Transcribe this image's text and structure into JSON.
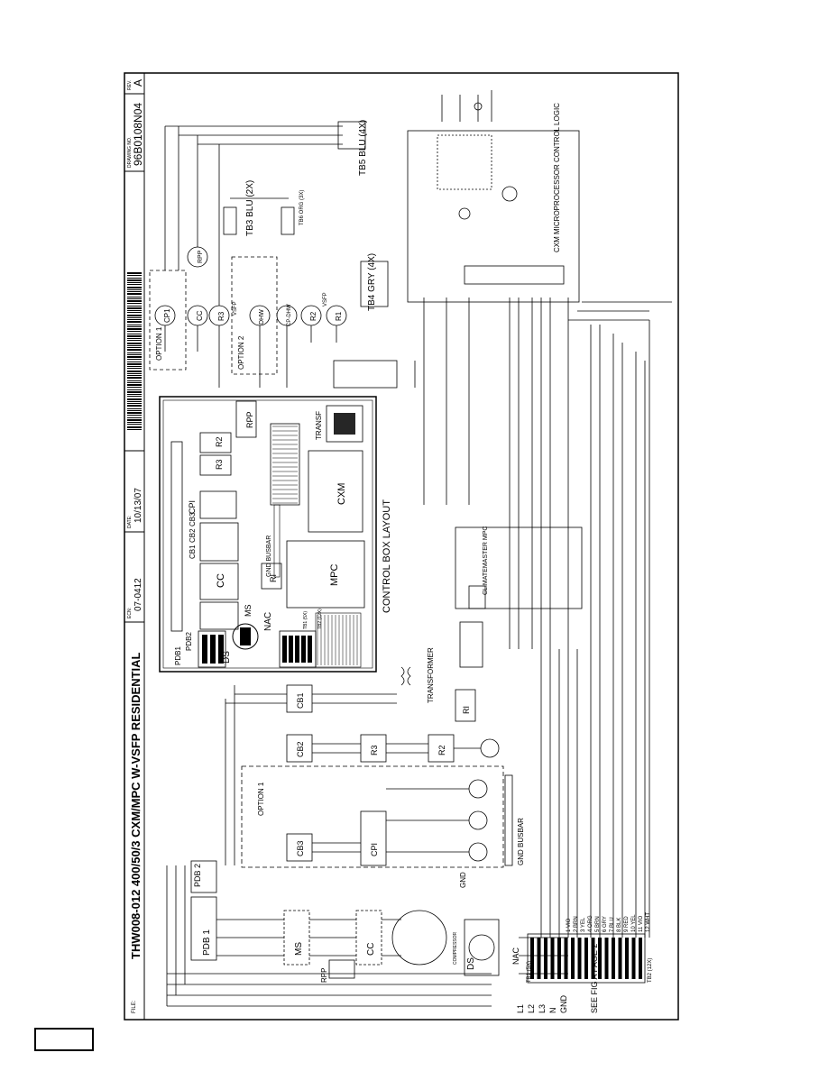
{
  "title_block": {
    "title": "THW008-012 400/50/3 CXM/MPC W-VSFP RESIDENTIAL",
    "ecn_label": "ECN:",
    "ecn": "07-0412",
    "date_label": "DATE:",
    "date": "10/13/07",
    "drawing_no_label": "DRAWING NO.",
    "drawing_no": "96B0108N04",
    "rev_label": "REV.",
    "rev": "A",
    "file_label": "FILE:"
  },
  "control_box": {
    "caption": "CONTROL BOX LAYOUT",
    "components": [
      "RPP",
      "TRANSF",
      "R2",
      "R3",
      "CPI",
      "CB1",
      "CB2",
      "CB3",
      "CC",
      "MS",
      "RI",
      "NAC",
      "MPC",
      "CXM",
      "DS",
      "PDB1",
      "PDB2",
      "GND BUSBAR",
      "TB1 (5X)",
      "TB2 (12X)"
    ]
  },
  "schematic": {
    "left_labels": [
      "PDB 1",
      "PDB 2",
      "MS",
      "CC",
      "CPI",
      "CB3",
      "CB2",
      "CB1",
      "R3",
      "R2",
      "RI",
      "RPP",
      "DS",
      "NAC",
      "TRANSFORMER",
      "OPTION 1",
      "GND BUSBAR",
      "COMPRESSOR",
      "TB1 (5X)",
      "TB2 (12X)",
      "GND"
    ],
    "tb1_terminals": [
      "L1",
      "L2",
      "L3",
      "N",
      "GND"
    ],
    "see_note": "SEE FIG A PAGE 2",
    "right_labels": [
      "OPTION 1",
      "OPTION 2",
      "TB3 BLU (2X)",
      "TB4 GRY (4X)",
      "TB5 BLU (4X)",
      "TB6 ORG (3X)",
      "CXM MICROPROCESSOR CONTROL LOGIC",
      "CLIMATEMASTER MPC",
      "CC",
      "CP1",
      "RPP",
      "R3",
      "VSFP",
      "DHW",
      "CP-DHW",
      "R2",
      "R1",
      "VSFP"
    ],
    "wire_numbers": [
      "1 VIO",
      "2 BRN",
      "3 YEL",
      "4 ORG",
      "5 BRN",
      "6 GRY",
      "7 BLU",
      "8 BLK",
      "9 RED",
      "10 YEL",
      "11 VIO",
      "12 WHT"
    ]
  }
}
